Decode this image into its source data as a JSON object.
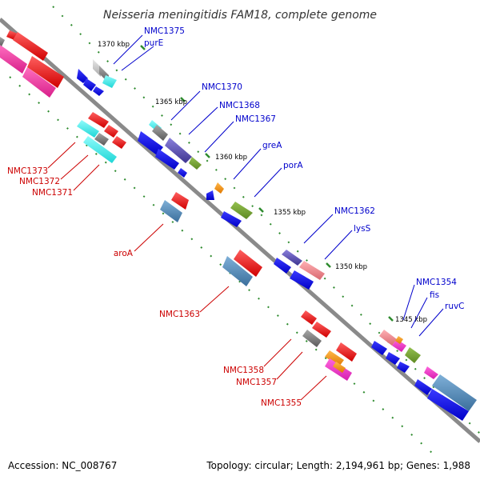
{
  "header": {
    "title": "Neisseria meningitidis FAM18, complete genome"
  },
  "footer": {
    "accession": "Accession: NC_008767",
    "topology": "Topology: circular; Length: 2,194,961 bp; Genes: 1,988"
  },
  "ticks": {
    "t1370": "1370 kbp",
    "t1365": "1365 kbp",
    "t1360": "1360 kbp",
    "t1355": "1355 kbp",
    "t1350": "1350 kbp",
    "t1345": "1345 kbp"
  },
  "labels": {
    "NMC1375": "NMC1375",
    "purE": "purE",
    "NMC1370": "NMC1370",
    "NMC1368": "NMC1368",
    "NMC1367": "NMC1367",
    "greA": "greA",
    "porA": "porA",
    "NMC1362": "NMC1362",
    "lysS": "lysS",
    "NMC1354": "NMC1354",
    "fis": "fis",
    "ruvC": "ruvC",
    "NMC1373": "NMC1373",
    "NMC1372": "NMC1372",
    "NMC1371": "NMC1371",
    "aroA": "aroA",
    "NMC1363": "NMC1363",
    "NMC1358": "NMC1358",
    "NMC1357": "NMC1357",
    "NMC1355": "NMC1355"
  },
  "colors": {
    "backbone": "#7f7f7f",
    "tick": "#2e8b2e",
    "forward_strand_label": "#0000cc",
    "reverse_strand_label": "#cc0000",
    "cds_blue": "#0000ee",
    "cds_red": "#ee0000",
    "cog_pink": "#ee2a9a",
    "cog_cyan": "#22e8e8",
    "cog_olive": "#6f9a30",
    "cog_orange": "#ff8c00",
    "cog_steel": "#4682b4",
    "cog_purple": "#5b4fb0",
    "cog_salmon": "#e87f86",
    "cog_gray": "#808080"
  }
}
